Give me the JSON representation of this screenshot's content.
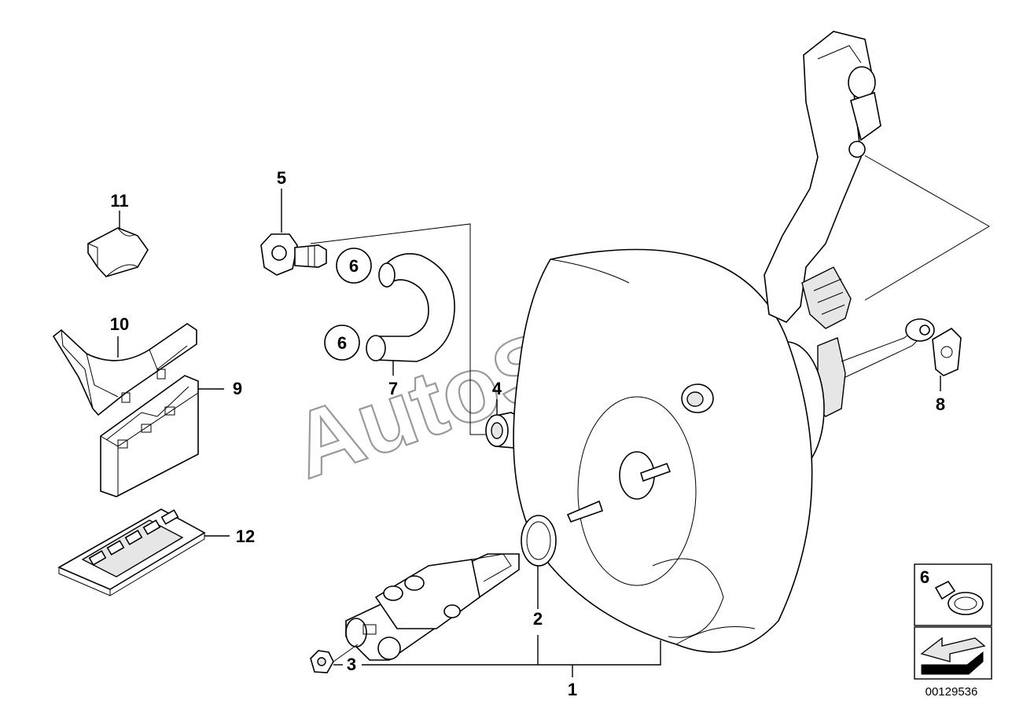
{
  "watermark": "AutoSoft",
  "diagram_ref": "00129536",
  "callouts": {
    "c1": "1",
    "c2": "2",
    "c3": "3",
    "c4": "4",
    "c5": "5",
    "c6a": "6",
    "c6b": "6",
    "c6_legend": "6",
    "c7": "7",
    "c8": "8",
    "c9": "9",
    "c10": "10",
    "c11": "11",
    "c12": "12"
  }
}
